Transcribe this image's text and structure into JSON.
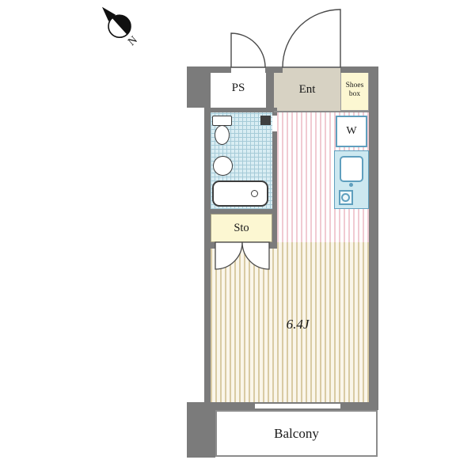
{
  "compass": {
    "label": "N"
  },
  "rooms": {
    "pipe_space": {
      "label": "PS"
    },
    "entrance": {
      "label": "Ent"
    },
    "shoes_box": {
      "label": "Shoes box"
    },
    "washer": {
      "label": "W"
    },
    "storage": {
      "label": "Sto"
    },
    "main_room": {
      "label": "6.4J"
    },
    "balcony": {
      "label": "Balcony"
    }
  },
  "colors": {
    "wall": "#7b7b7b",
    "floor_pink_stripe": "#f0cbd2",
    "floor_beige_stripe": "#d9cba4",
    "floor_beige_bg": "#faf6ea",
    "bath_tile": "#d9edf3",
    "bath_grid": "#a6cbd8",
    "yellow_room": "#fcf7d2",
    "ent_floor": "#d7d2c3",
    "kitchen_fill": "#cde8f0",
    "fixture_blue": "#5f9fbe"
  }
}
